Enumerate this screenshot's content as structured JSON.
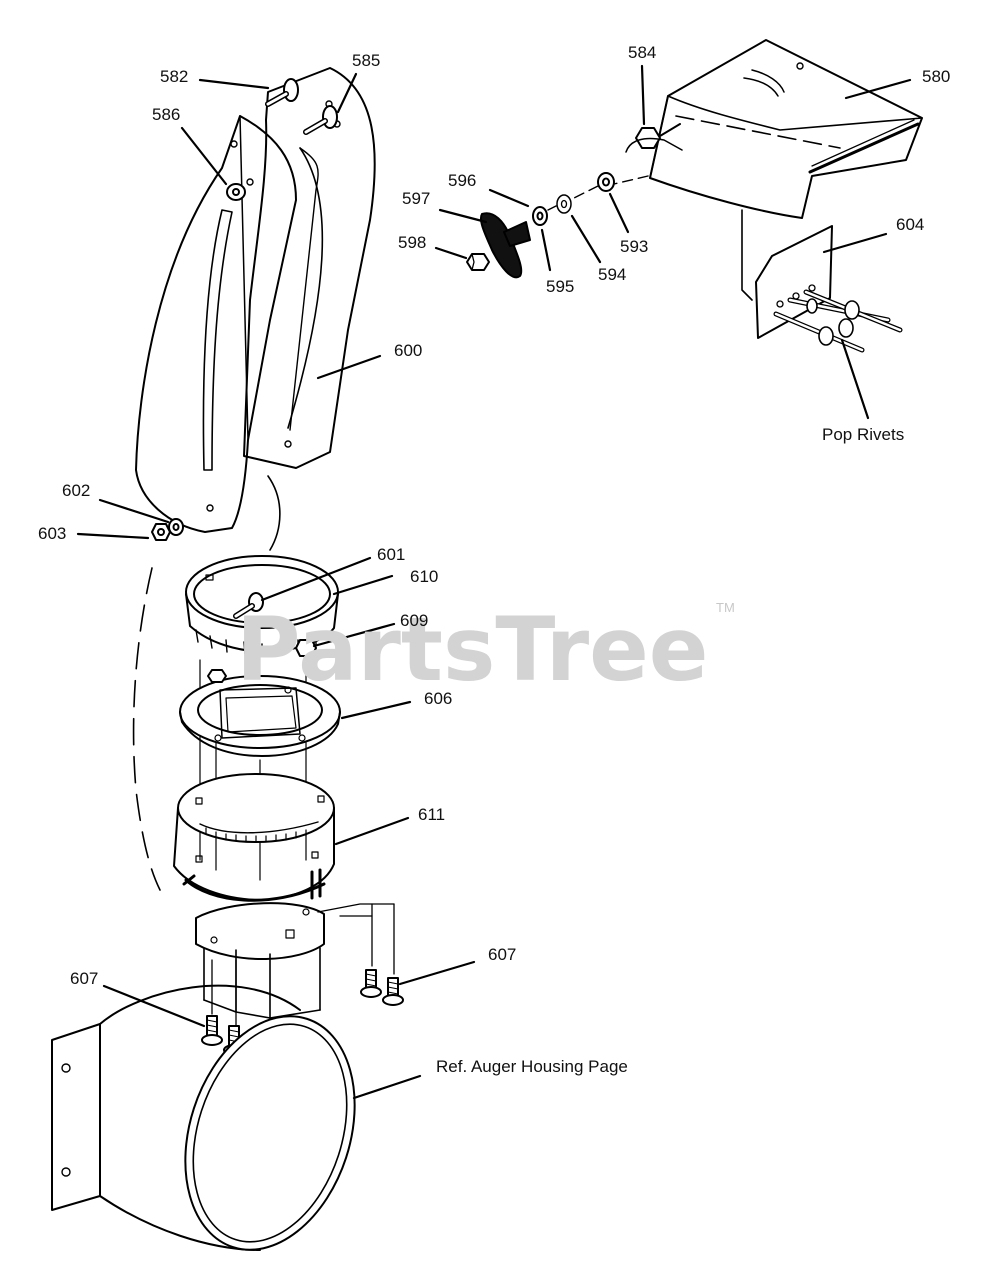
{
  "diagram": {
    "callouts": {
      "c582": "582",
      "c585": "585",
      "c586": "586",
      "c584": "584",
      "c580": "580",
      "c596": "596",
      "c597": "597",
      "c598": "598",
      "c595": "595",
      "c594": "594",
      "c593": "593",
      "c604": "604",
      "c600": "600",
      "c602": "602",
      "c603": "603",
      "c601": "601",
      "c610": "610",
      "c609": "609",
      "c606": "606",
      "c611": "611",
      "c607a": "607",
      "c607b": "607"
    },
    "notes": {
      "pop_rivets": "Pop Rivets",
      "ref_auger": "Ref. Auger Housing Page"
    },
    "watermark": {
      "text": "PartsTree",
      "mark": "TM"
    }
  }
}
